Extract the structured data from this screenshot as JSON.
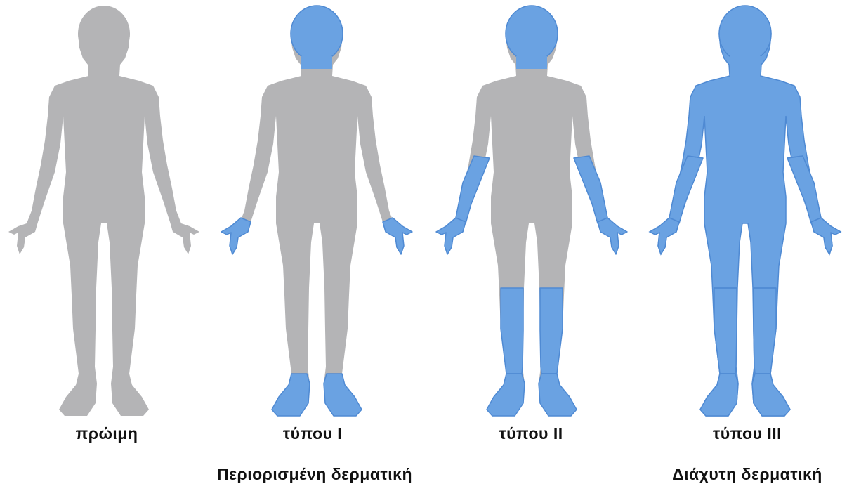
{
  "colors": {
    "gray": "#b4b4b6",
    "blue": "#6aa2e2",
    "blue_dark": "#4f8ad3"
  },
  "figures": [
    {
      "label": "πρώιμη",
      "head": false,
      "hands": false,
      "feet": false,
      "forearms": false,
      "shins": false,
      "torso": false,
      "thighs": false
    },
    {
      "label": "τύπου I",
      "head": true,
      "hands": true,
      "feet": true,
      "forearms": false,
      "shins": false,
      "torso": false,
      "thighs": false
    },
    {
      "label": "τύπου II",
      "head": true,
      "hands": true,
      "feet": true,
      "forearms": true,
      "shins": true,
      "torso": false,
      "thighs": false
    },
    {
      "label": "τύπου III",
      "head": true,
      "hands": true,
      "feet": true,
      "forearms": true,
      "shins": true,
      "torso": true,
      "thighs": true
    }
  ],
  "groups": [
    {
      "label": "Περιορισμένη δερματική"
    },
    {
      "label": "Διάχυτη δερματική"
    }
  ]
}
